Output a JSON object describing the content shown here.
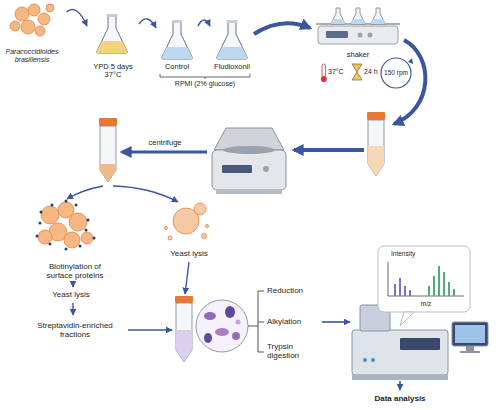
{
  "diagram": {
    "nodes": [
      {
        "text": [
          "Paracoccidioides brasiliensis"
        ]
      },
      {
        "text": [
          "YPD 5 days 37°C"
        ]
      },
      {
        "text": [
          "Control"
        ]
      },
      {
        "text": [
          "Fludioxonil"
        ]
      },
      {
        "text": [
          "shaker"
        ]
      },
      {
        "text": [
          "Biotinylation of surface proteins"
        ]
      },
      {
        "text": [
          "Yeast lysis"
        ]
      },
      {
        "text": [
          "Yeast lysis"
        ]
      },
      {
        "text": [
          "Streptavidin-enriched fractions"
        ]
      },
      {
        "text": [
          "Reduction"
        ]
      },
      {
        "text": [
          "Alkylation"
        ]
      },
      {
        "text": [
          "Trypsin digestion"
        ]
      },
      {
        "text": [
          "Data analysis"
        ]
      }
    ],
    "edges": [
      {
        "from": 0,
        "to": 1,
        "arrow": "to"
      },
      {
        "from": 1,
        "to": 2,
        "arrow": "to"
      },
      {
        "from": 2,
        "to": 3,
        "arrow": "to"
      },
      {
        "from": 3,
        "to": 4,
        "arrow": "to"
      },
      {
        "from": 5,
        "to": 7,
        "arrow": "to"
      },
      {
        "from": 7,
        "to": 8,
        "arrow": "to"
      }
    ],
    "labels": [
      "RPMI (2% glucose)",
      "37°C",
      "24 h",
      "150 rpm",
      "centrifuge",
      "Intensity",
      "m/z"
    ]
  }
}
